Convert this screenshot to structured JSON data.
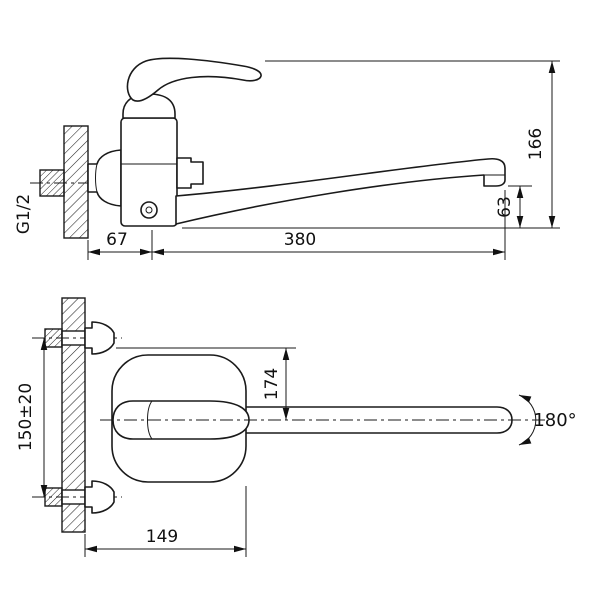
{
  "drawing": {
    "side_view": {
      "dim_total_height": "166",
      "dim_outlet_height": "63",
      "dim_wall_to_spout_axis": "67",
      "dim_spout_reach": "380",
      "thread_label": "G1/2"
    },
    "plan_view": {
      "dim_mount_to_spout_axis": "174",
      "dim_mount_spacing": "150±20",
      "dim_wall_to_body_end": "149",
      "swivel_angle_label": "180°"
    }
  }
}
